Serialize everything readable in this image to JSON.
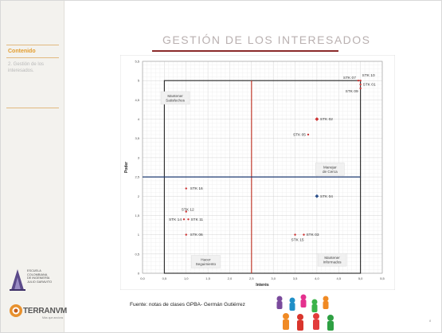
{
  "sidebar": {
    "section_title": "Contenido",
    "item": "2. Gestión de los interesados."
  },
  "logos": {
    "school_lines": [
      "ESCUELA",
      "COLOMBIANA",
      "DE INGENIERÍA",
      "JULIO GARAVITO"
    ],
    "brand_name": "TERRANVM",
    "brand_tag": "Más que ancivos"
  },
  "slide": {
    "title": "GESTIÓN DE LOS INTERESADOS",
    "footer": "Fuente: notas de clases GPBA- Germán Gutiérrez",
    "page_number": "8"
  },
  "colors": {
    "accent": "#e39d2f",
    "title_rule": "#8b2a2a",
    "vertical_divider": "#c0392b",
    "horizontal_divider": "#1f3b73",
    "point_red": "#cc3333",
    "point_blue": "#2b4f8a"
  },
  "chart_data": {
    "type": "scatter",
    "xlabel": "Interés",
    "ylabel": "Poder",
    "xlim": [
      0,
      5.5
    ],
    "ylim": [
      0,
      5.5
    ],
    "x_ticks": [
      "0,0",
      "0,5",
      "1,0",
      "1,5",
      "2,0",
      "2,5",
      "3,0",
      "3,5",
      "4,0",
      "4,5",
      "5,0",
      "5,5"
    ],
    "y_ticks": [
      "0",
      "0,5",
      "1",
      "1,5",
      "2",
      "2,5",
      "3",
      "3,5",
      "4",
      "4,5",
      "5",
      "5,5"
    ],
    "grid": true,
    "x_divider": 2.5,
    "y_divider": 2.5,
    "quadrants": [
      {
        "label": "Mantener Satisfechos",
        "x": 0.75,
        "y": 4.55
      },
      {
        "label": "Manejar de Cerca",
        "x": 4.3,
        "y": 2.7
      },
      {
        "label": "Hacer Seguimiento",
        "x": 1.45,
        "y": 0.3
      },
      {
        "label": "Mantener Informados",
        "x": 4.35,
        "y": 0.35
      }
    ],
    "points": [
      {
        "label": "STK 07",
        "x": 4.95,
        "y": 5.0,
        "color": "red"
      },
      {
        "label": "STK 10",
        "x": 5.0,
        "y": 5.0,
        "color": "red"
      },
      {
        "label": "STK 01",
        "x": 5.0,
        "y": 4.9,
        "color": "red"
      },
      {
        "label": "STK 09",
        "x": 5.0,
        "y": 4.8,
        "color": "red"
      },
      {
        "label": "STK 02",
        "x": 4.0,
        "y": 4.0,
        "color": "red"
      },
      {
        "label": "STK 05",
        "x": 3.8,
        "y": 3.6,
        "color": "red"
      },
      {
        "label": "STK 16",
        "x": 1.0,
        "y": 2.2,
        "color": "red"
      },
      {
        "label": "STK 04",
        "x": 4.0,
        "y": 2.0,
        "color": "blue"
      },
      {
        "label": "STK 12",
        "x": 1.0,
        "y": 1.6,
        "color": "red"
      },
      {
        "label": "STK 14",
        "x": 0.95,
        "y": 1.4,
        "color": "red"
      },
      {
        "label": "STK 11",
        "x": 1.05,
        "y": 1.4,
        "color": "red"
      },
      {
        "label": "STK 06",
        "x": 1.0,
        "y": 1.0,
        "color": "red"
      },
      {
        "label": "STK 03",
        "x": 3.7,
        "y": 1.0,
        "color": "red"
      },
      {
        "label": "STK 15",
        "x": 3.5,
        "y": 1.0,
        "color": "red"
      }
    ]
  }
}
